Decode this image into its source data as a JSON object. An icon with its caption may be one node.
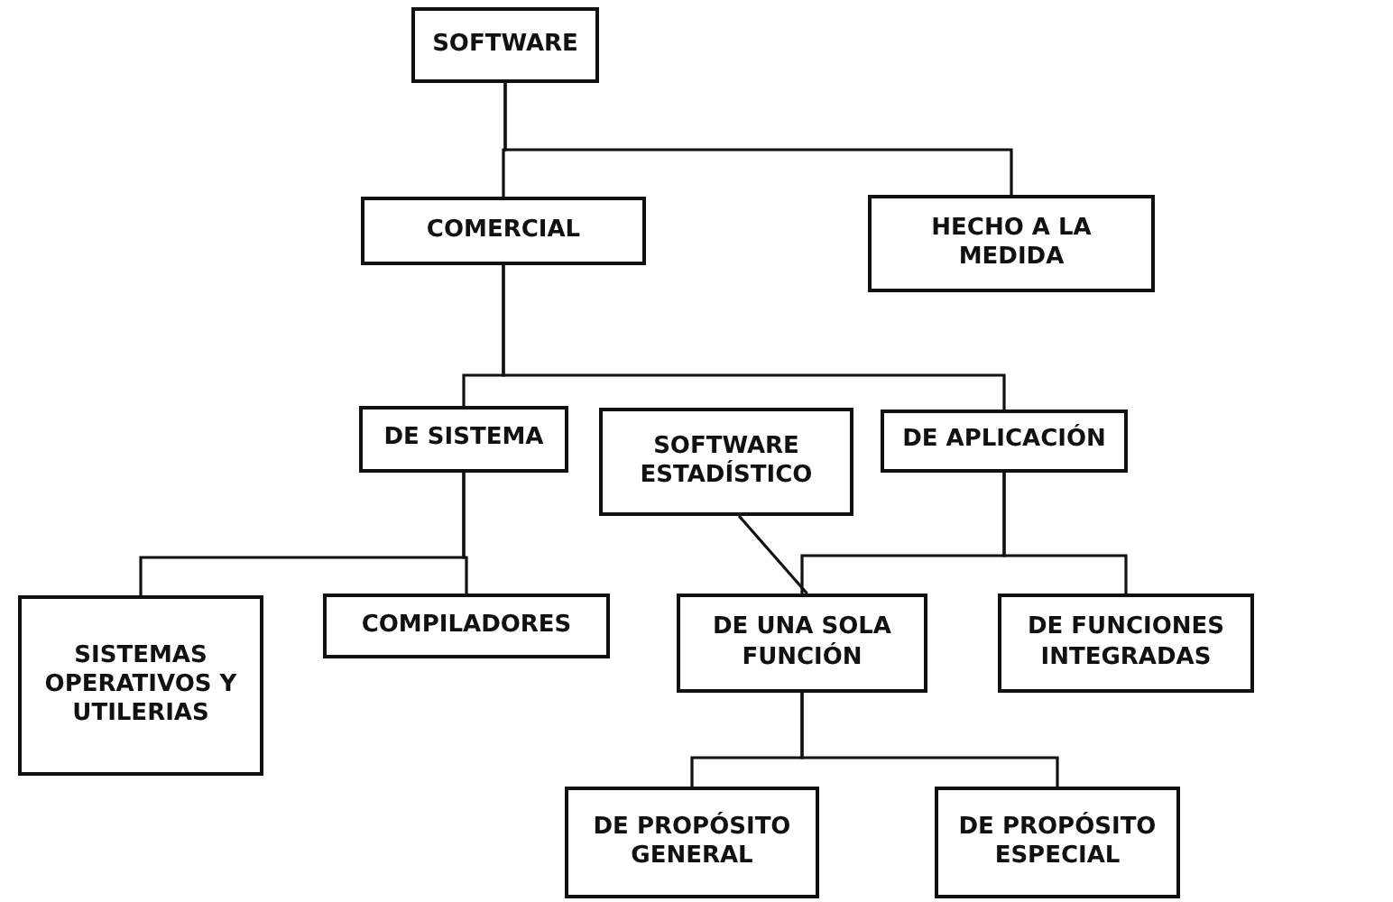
{
  "diagram": {
    "nodes": [
      {
        "text": [
          "SOFTWARE"
        ]
      },
      {
        "text": [
          "COMERCIAL"
        ]
      },
      {
        "text": [
          "HECHO A LA MEDIDA"
        ]
      },
      {
        "text": [
          "DE SISTEMA"
        ]
      },
      {
        "text": [
          "SOFTWARE ESTADÍSTICO"
        ]
      },
      {
        "text": [
          "DE APLICACIÓN"
        ]
      },
      {
        "text": [
          "SISTEMAS OPERATIVOS Y UTILERIAS"
        ]
      },
      {
        "text": [
          "COMPILADORES"
        ]
      },
      {
        "text": [
          "DE UNA SOLA FUNCIÓN"
        ]
      },
      {
        "text": [
          "DE FUNCIONES INTEGRADAS"
        ]
      },
      {
        "text": [
          "DE PROPÓSITO GENERAL"
        ]
      },
      {
        "text": [
          "DE PROPÓSITO ESPECIAL"
        ]
      }
    ],
    "edges": [
      {
        "from": 0,
        "to": 1,
        "arrow": "none"
      },
      {
        "from": 0,
        "to": 2,
        "arrow": "none"
      },
      {
        "from": 1,
        "to": 3,
        "arrow": "none"
      },
      {
        "from": 1,
        "to": 5,
        "arrow": "none"
      },
      {
        "from": 3,
        "to": 6,
        "arrow": "none"
      },
      {
        "from": 3,
        "to": 7,
        "arrow": "none"
      },
      {
        "from": 4,
        "to": 8,
        "arrow": "none"
      },
      {
        "from": 5,
        "to": 8,
        "arrow": "none"
      },
      {
        "from": 5,
        "to": 9,
        "arrow": "none"
      },
      {
        "from": 8,
        "to": 10,
        "arrow": "none"
      },
      {
        "from": 8,
        "to": 11,
        "arrow": "none"
      }
    ]
  }
}
